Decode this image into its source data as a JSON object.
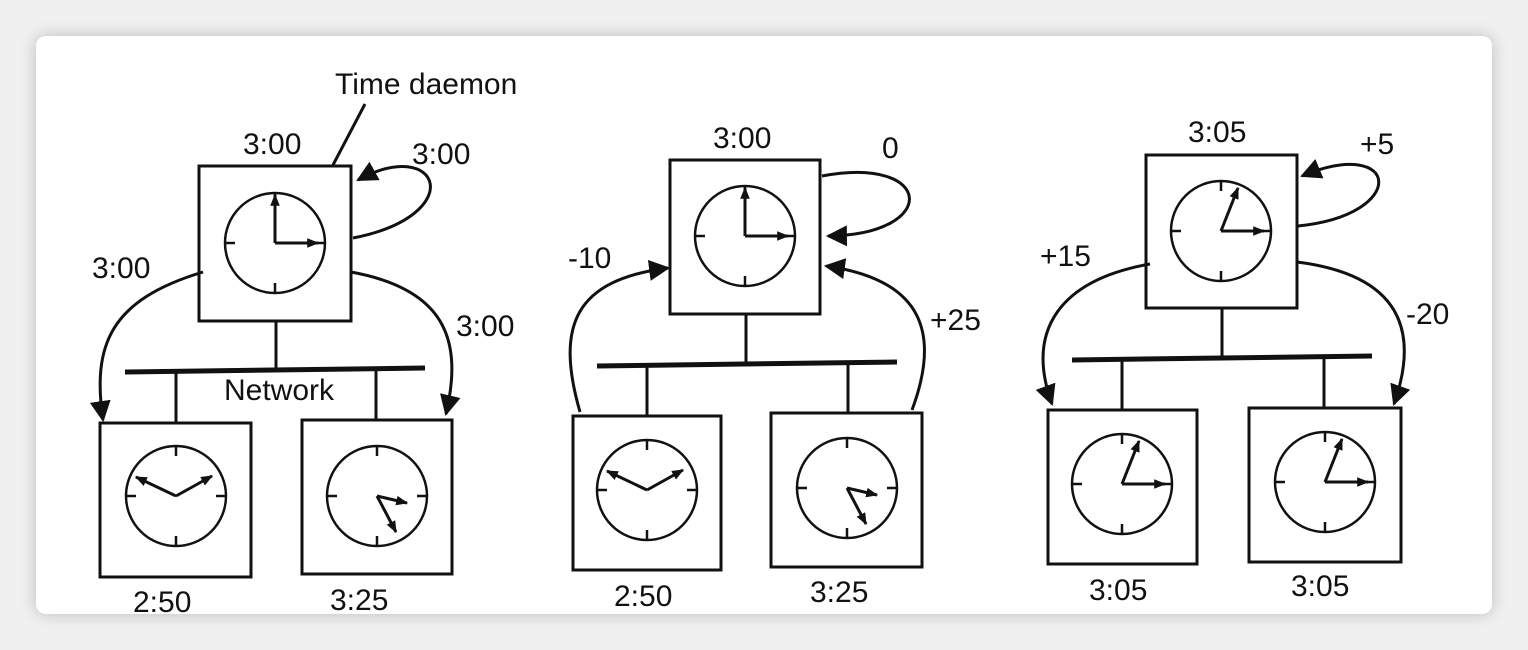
{
  "diagram": {
    "labels": {
      "time_daemon": "Time daemon",
      "network": "Network"
    },
    "panels": [
      {
        "id": "a",
        "daemon_time": "3:00",
        "self_arrow_label": "3:00",
        "left_arrow_label": "3:00",
        "right_arrow_label": "3:00",
        "left_machine_time": "2:50",
        "right_machine_time": "3:25"
      },
      {
        "id": "b",
        "daemon_time": "3:00",
        "self_arrow_label": "0",
        "left_arrow_label": "-10",
        "right_arrow_label": "+25",
        "left_machine_time": "2:50",
        "right_machine_time": "3:25"
      },
      {
        "id": "c",
        "daemon_time": "3:05",
        "self_arrow_label": "+5",
        "left_arrow_label": "+15",
        "right_arrow_label": "-20",
        "left_machine_time": "3:05",
        "right_machine_time": "3:05"
      }
    ]
  },
  "colors": {
    "ink": "#111111",
    "paper": "#ffffff",
    "background": "#f0f0f0"
  }
}
